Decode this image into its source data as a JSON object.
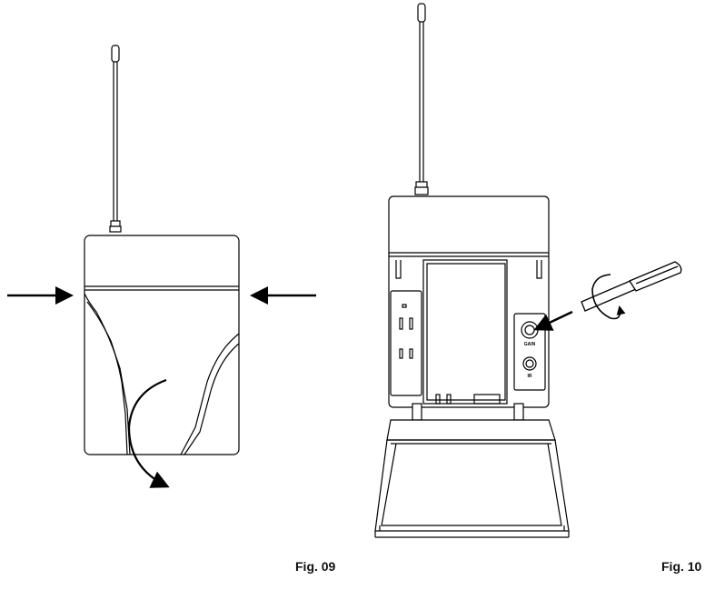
{
  "figures": [
    {
      "caption": "Fig. 09"
    },
    {
      "caption": "Fig. 10"
    }
  ],
  "receiver_labels": {
    "gain": "GAIN",
    "ir": "IR"
  },
  "colors": {
    "stroke": "#000000",
    "background": "#ffffff"
  },
  "icons": [
    "press-arrow-left-icon",
    "press-arrow-right-icon",
    "rotate-arrow-icon",
    "screwdriver-icon",
    "rotate-screwdriver-icon"
  ]
}
